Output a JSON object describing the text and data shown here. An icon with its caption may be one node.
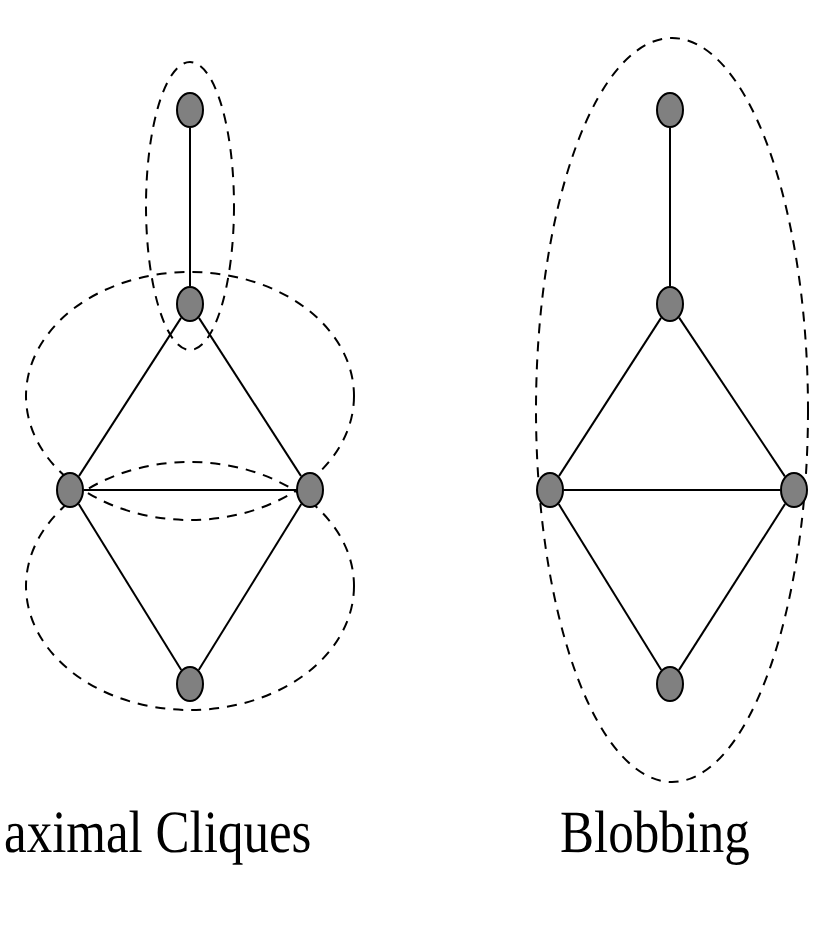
{
  "diagram": {
    "nodes": [
      {
        "text": [],
        "shape": "circle"
      },
      {
        "text": [],
        "shape": "circle"
      },
      {
        "text": [],
        "shape": "circle"
      },
      {
        "text": [],
        "shape": "circle"
      },
      {
        "text": [],
        "shape": "circle"
      },
      {
        "text": [],
        "shape": "circle"
      },
      {
        "text": [],
        "shape": "circle"
      },
      {
        "text": [],
        "shape": "circle"
      },
      {
        "text": [],
        "shape": "circle"
      },
      {
        "text": [],
        "shape": "circle"
      }
    ],
    "edges": [
      {
        "from": 0,
        "to": 1,
        "arrow": "none"
      },
      {
        "from": 1,
        "to": 2,
        "arrow": "none"
      },
      {
        "from": 1,
        "to": 3,
        "arrow": "none"
      },
      {
        "from": 2,
        "to": 3,
        "arrow": "none"
      },
      {
        "from": 2,
        "to": 4,
        "arrow": "none"
      },
      {
        "from": 3,
        "to": 4,
        "arrow": "none"
      },
      {
        "from": 5,
        "to": 6,
        "arrow": "none"
      },
      {
        "from": 6,
        "to": 7,
        "arrow": "none"
      },
      {
        "from": 6,
        "to": 8,
        "arrow": "none"
      },
      {
        "from": 7,
        "to": 8,
        "arrow": "none"
      },
      {
        "from": 7,
        "to": 9,
        "arrow": "none"
      },
      {
        "from": 8,
        "to": 9,
        "arrow": "none"
      }
    ],
    "labels": [
      "aximal Cliques",
      "Blobbing"
    ]
  }
}
